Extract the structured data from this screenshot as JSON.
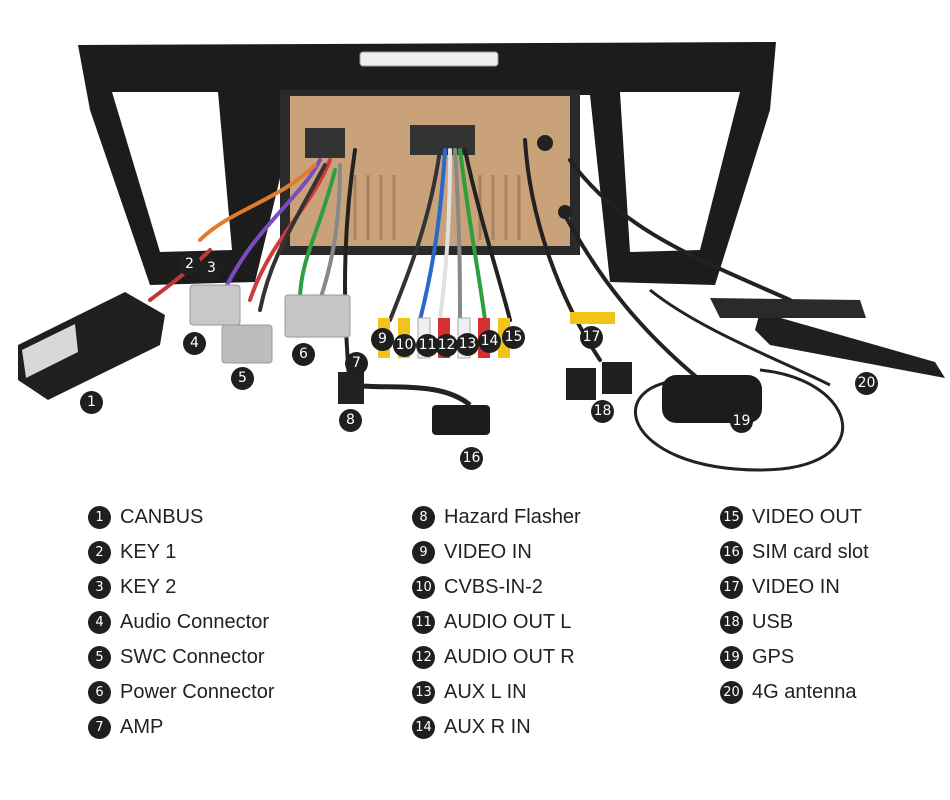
{
  "markers": [
    "1",
    "2",
    "3",
    "4",
    "5",
    "6",
    "7",
    "8",
    "9",
    "10",
    "11",
    "12",
    "13",
    "14",
    "15",
    "16",
    "17",
    "18",
    "19",
    "20"
  ],
  "legend": {
    "col1": [
      {
        "num": "1",
        "label": "CANBUS"
      },
      {
        "num": "2",
        "label": "KEY 1"
      },
      {
        "num": "3",
        "label": "KEY 2"
      },
      {
        "num": "4",
        "label": "Audio Connector"
      },
      {
        "num": "5",
        "label": "SWC Connector"
      },
      {
        "num": "6",
        "label": "Power Connector"
      },
      {
        "num": "7",
        "label": "AMP"
      }
    ],
    "col2": [
      {
        "num": "8",
        "label": "Hazard Flasher"
      },
      {
        "num": "9",
        "label": "VIDEO IN"
      },
      {
        "num": "10",
        "label": "CVBS-IN-2"
      },
      {
        "num": "11",
        "label": "AUDIO OUT L"
      },
      {
        "num": "12",
        "label": "AUDIO OUT R"
      },
      {
        "num": "13",
        "label": "AUX L IN"
      },
      {
        "num": "14",
        "label": "AUX R IN"
      }
    ],
    "col3": [
      {
        "num": "15",
        "label": "VIDEO OUT"
      },
      {
        "num": "16",
        "label": "SIM card slot"
      },
      {
        "num": "17",
        "label": "VIDEO IN"
      },
      {
        "num": "18",
        "label": "USB"
      },
      {
        "num": "19",
        "label": "GPS"
      },
      {
        "num": "20",
        "label": "4G antenna"
      }
    ]
  }
}
